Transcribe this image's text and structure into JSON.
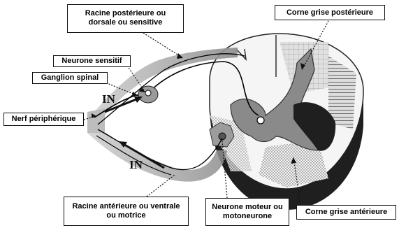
{
  "labels": {
    "racine_posterieure": "Racine postérieure ou dorsale ou sensitive",
    "neurone_sensitif": "Neurone sensitif",
    "ganglion_spinal": "Ganglion spinal",
    "nerf_peripherique": "Nerf périphérique",
    "racine_anterieure": "Racine antérieure ou ventrale ou motrice",
    "neurone_moteur": "Neurone moteur ou motoneurone",
    "corne_posterieure": "Corne grise postérieure",
    "corne_anterieure": "Corne grise antérieure"
  },
  "arrows": {
    "in_upper": "IN",
    "in_lower": "IN"
  },
  "colors": {
    "grey_matter": "#8a8a8a",
    "dark_section": "#1f1f1f",
    "label_border": "#111111"
  }
}
